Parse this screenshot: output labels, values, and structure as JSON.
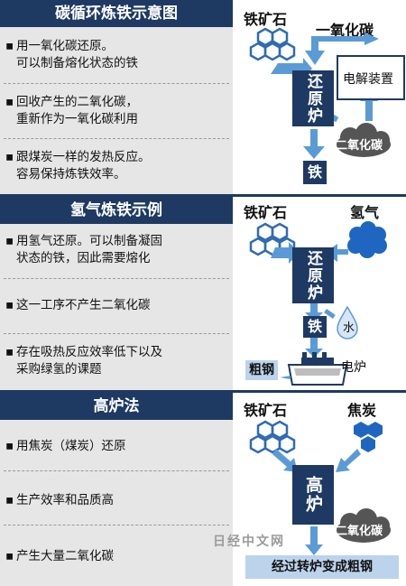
{
  "sections": [
    {
      "title": "碳循环炼铁示意图",
      "bullets": [
        [
          "用一氧化碳还原。",
          "可以制备熔化状态的铁"
        ],
        [
          "回收产生的二氧化碳，",
          "重新作为一氧化碳利用"
        ],
        [
          "跟煤炭一样的发热反应。",
          "容易保持炼铁效率。"
        ]
      ],
      "diagram": {
        "ore_label": "铁矿石",
        "co_label": "一氧化碳",
        "furnace_label": "还原炉",
        "electrolysis_label": "电解装置",
        "co2_label": "二氧化碳",
        "iron_label": "铁"
      }
    },
    {
      "title": "氢气炼铁示例",
      "bullets": [
        [
          "用氢气还原。可以制备凝固",
          "状态的铁，因此需要熔化"
        ],
        [
          "这一工序不产生二氧化碳"
        ],
        [
          "存在吸热反应效率低下以及",
          "采购绿氢的课题"
        ]
      ],
      "diagram": {
        "ore_label": "铁矿石",
        "h2_label": "氢气",
        "furnace_label": "还原炉",
        "iron_label": "铁",
        "water_label": "水",
        "crude_steel_label": "粗钢",
        "eaf_label": "电炉"
      }
    },
    {
      "title": "高炉法",
      "bullets": [
        [
          "用焦炭（煤炭）还原"
        ],
        [
          "生产效率和品质高"
        ],
        [
          "产生大量二氧化碳"
        ]
      ],
      "diagram": {
        "ore_label": "铁矿石",
        "coke_label": "焦炭",
        "furnace_label": "高炉",
        "co2_label": "二氧化碳",
        "result_label": "经过转炉变成粗钢"
      }
    }
  ],
  "watermark": "日经中文网",
  "colors": {
    "navy": "#1e3a63",
    "arrow": "#5b9bd5",
    "panel": "#e6e6e6",
    "result_bg": "#bcd3ec"
  }
}
